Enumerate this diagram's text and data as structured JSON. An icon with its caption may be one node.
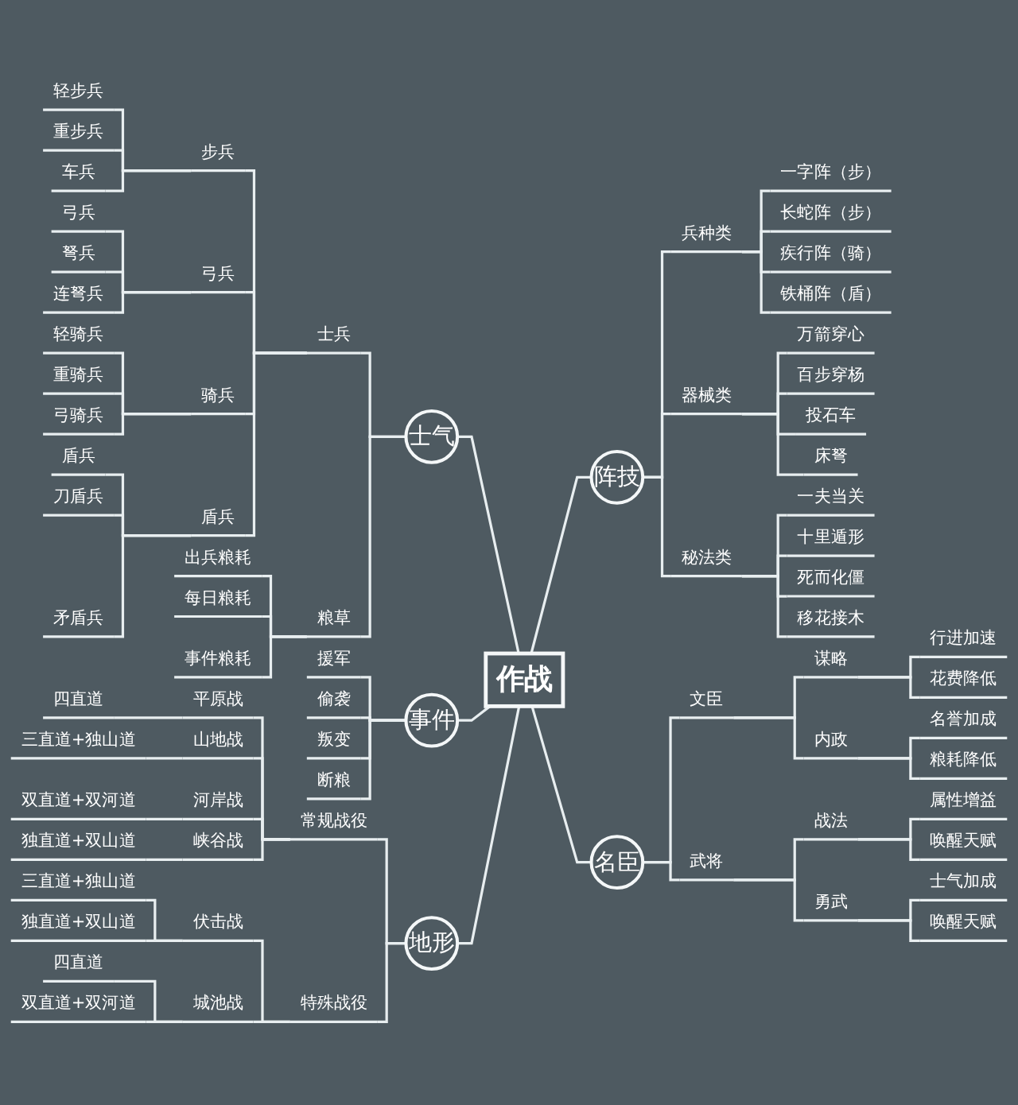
{
  "diagram": {
    "nodes": [
      {
        "text": [
          "作战"
        ]
      },
      {
        "text": [
          "士气"
        ]
      },
      {
        "text": [
          "士兵"
        ]
      },
      {
        "text": [
          "步兵"
        ]
      },
      {
        "text": [
          "轻步兵"
        ]
      },
      {
        "text": [
          "重步兵"
        ]
      },
      {
        "text": [
          "车兵"
        ]
      },
      {
        "text": [
          "弓兵"
        ]
      },
      {
        "text": [
          "弓兵"
        ]
      },
      {
        "text": [
          "弩兵"
        ]
      },
      {
        "text": [
          "连弩兵"
        ]
      },
      {
        "text": [
          "骑兵"
        ]
      },
      {
        "text": [
          "轻骑兵"
        ]
      },
      {
        "text": [
          "重骑兵"
        ]
      },
      {
        "text": [
          "弓骑兵"
        ]
      },
      {
        "text": [
          "盾兵"
        ]
      },
      {
        "text": [
          "盾兵"
        ]
      },
      {
        "text": [
          "刀盾兵"
        ]
      },
      {
        "text": [
          "矛盾兵"
        ]
      },
      {
        "text": [
          "粮草"
        ]
      },
      {
        "text": [
          "出兵粮耗"
        ]
      },
      {
        "text": [
          "每日粮耗"
        ]
      },
      {
        "text": [
          "事件粮耗"
        ]
      },
      {
        "text": [
          "事件"
        ]
      },
      {
        "text": [
          "援军"
        ]
      },
      {
        "text": [
          "偷袭"
        ]
      },
      {
        "text": [
          "叛变"
        ]
      },
      {
        "text": [
          "断粮"
        ]
      },
      {
        "text": [
          "地形"
        ]
      },
      {
        "text": [
          "常规战役"
        ]
      },
      {
        "text": [
          "平原战"
        ]
      },
      {
        "text": [
          "四直道"
        ]
      },
      {
        "text": [
          "山地战"
        ]
      },
      {
        "text": [
          "三直道+独山道"
        ]
      },
      {
        "text": [
          "河岸战"
        ]
      },
      {
        "text": [
          "双直道+双河道"
        ]
      },
      {
        "text": [
          "峡谷战"
        ]
      },
      {
        "text": [
          "独直道+双山道"
        ]
      },
      {
        "text": [
          "特殊战役"
        ]
      },
      {
        "text": [
          "伏击战"
        ]
      },
      {
        "text": [
          "三直道+独山道"
        ]
      },
      {
        "text": [
          "独直道+双山道"
        ]
      },
      {
        "text": [
          "城池战"
        ]
      },
      {
        "text": [
          "四直道"
        ]
      },
      {
        "text": [
          "双直道+双河道"
        ]
      },
      {
        "text": [
          "阵技"
        ]
      },
      {
        "text": [
          "兵种类"
        ]
      },
      {
        "text": [
          "一字阵（步）"
        ]
      },
      {
        "text": [
          "长蛇阵（步）"
        ]
      },
      {
        "text": [
          "疾行阵（骑）"
        ]
      },
      {
        "text": [
          "铁桶阵（盾）"
        ]
      },
      {
        "text": [
          "器械类"
        ]
      },
      {
        "text": [
          "万箭穿心"
        ]
      },
      {
        "text": [
          "百步穿杨"
        ]
      },
      {
        "text": [
          "投石车"
        ]
      },
      {
        "text": [
          "床弩"
        ]
      },
      {
        "text": [
          "秘法类"
        ]
      },
      {
        "text": [
          "一夫当关"
        ]
      },
      {
        "text": [
          "十里遁形"
        ]
      },
      {
        "text": [
          "死而化僵"
        ]
      },
      {
        "text": [
          "移花接木"
        ]
      },
      {
        "text": [
          "名臣"
        ]
      },
      {
        "text": [
          "文臣"
        ]
      },
      {
        "text": [
          "谋略"
        ]
      },
      {
        "text": [
          "行进加速"
        ]
      },
      {
        "text": [
          "花费降低"
        ]
      },
      {
        "text": [
          "内政"
        ]
      },
      {
        "text": [
          "名誉加成"
        ]
      },
      {
        "text": [
          "粮耗降低"
        ]
      },
      {
        "text": [
          "武将"
        ]
      },
      {
        "text": [
          "战法"
        ]
      },
      {
        "text": [
          "属性增益"
        ]
      },
      {
        "text": [
          "唤醒天赋"
        ]
      },
      {
        "text": [
          "勇武"
        ]
      },
      {
        "text": [
          "士气加成"
        ]
      },
      {
        "text": [
          "唤醒天赋"
        ]
      }
    ],
    "edges": [
      {
        "from": 1,
        "to": 0,
        "arrow": "none"
      },
      {
        "from": 2,
        "to": 1,
        "arrow": "none"
      },
      {
        "from": 3,
        "to": 2,
        "arrow": "none"
      },
      {
        "from": 4,
        "to": 3,
        "arrow": "none"
      },
      {
        "from": 5,
        "to": 3,
        "arrow": "none"
      },
      {
        "from": 6,
        "to": 3,
        "arrow": "none"
      },
      {
        "from": 7,
        "to": 2,
        "arrow": "none"
      },
      {
        "from": 8,
        "to": 7,
        "arrow": "none"
      },
      {
        "from": 9,
        "to": 7,
        "arrow": "none"
      },
      {
        "from": 10,
        "to": 7,
        "arrow": "none"
      },
      {
        "from": 11,
        "to": 2,
        "arrow": "none"
      },
      {
        "from": 12,
        "to": 11,
        "arrow": "none"
      },
      {
        "from": 13,
        "to": 11,
        "arrow": "none"
      },
      {
        "from": 14,
        "to": 11,
        "arrow": "none"
      },
      {
        "from": 15,
        "to": 2,
        "arrow": "none"
      },
      {
        "from": 16,
        "to": 15,
        "arrow": "none"
      },
      {
        "from": 17,
        "to": 15,
        "arrow": "none"
      },
      {
        "from": 18,
        "to": 15,
        "arrow": "none"
      },
      {
        "from": 19,
        "to": 1,
        "arrow": "none"
      },
      {
        "from": 20,
        "to": 19,
        "arrow": "none"
      },
      {
        "from": 21,
        "to": 19,
        "arrow": "none"
      },
      {
        "from": 22,
        "to": 19,
        "arrow": "none"
      },
      {
        "from": 23,
        "to": 0,
        "arrow": "none"
      },
      {
        "from": 24,
        "to": 23,
        "arrow": "none"
      },
      {
        "from": 25,
        "to": 23,
        "arrow": "none"
      },
      {
        "from": 26,
        "to": 23,
        "arrow": "none"
      },
      {
        "from": 27,
        "to": 23,
        "arrow": "none"
      },
      {
        "from": 28,
        "to": 0,
        "arrow": "none"
      },
      {
        "from": 29,
        "to": 28,
        "arrow": "none"
      },
      {
        "from": 30,
        "to": 29,
        "arrow": "none"
      },
      {
        "from": 31,
        "to": 30,
        "arrow": "none"
      },
      {
        "from": 32,
        "to": 29,
        "arrow": "none"
      },
      {
        "from": 33,
        "to": 32,
        "arrow": "none"
      },
      {
        "from": 34,
        "to": 29,
        "arrow": "none"
      },
      {
        "from": 35,
        "to": 34,
        "arrow": "none"
      },
      {
        "from": 36,
        "to": 29,
        "arrow": "none"
      },
      {
        "from": 37,
        "to": 36,
        "arrow": "none"
      },
      {
        "from": 38,
        "to": 28,
        "arrow": "none"
      },
      {
        "from": 39,
        "to": 38,
        "arrow": "none"
      },
      {
        "from": 40,
        "to": 39,
        "arrow": "none"
      },
      {
        "from": 41,
        "to": 39,
        "arrow": "none"
      },
      {
        "from": 42,
        "to": 38,
        "arrow": "none"
      },
      {
        "from": 43,
        "to": 42,
        "arrow": "none"
      },
      {
        "from": 44,
        "to": 42,
        "arrow": "none"
      },
      {
        "from": 0,
        "to": 45,
        "arrow": "none"
      },
      {
        "from": 45,
        "to": 46,
        "arrow": "none"
      },
      {
        "from": 46,
        "to": 47,
        "arrow": "none"
      },
      {
        "from": 46,
        "to": 48,
        "arrow": "none"
      },
      {
        "from": 46,
        "to": 49,
        "arrow": "none"
      },
      {
        "from": 46,
        "to": 50,
        "arrow": "none"
      },
      {
        "from": 45,
        "to": 51,
        "arrow": "none"
      },
      {
        "from": 51,
        "to": 52,
        "arrow": "none"
      },
      {
        "from": 51,
        "to": 53,
        "arrow": "none"
      },
      {
        "from": 51,
        "to": 54,
        "arrow": "none"
      },
      {
        "from": 51,
        "to": 55,
        "arrow": "none"
      },
      {
        "from": 45,
        "to": 56,
        "arrow": "none"
      },
      {
        "from": 56,
        "to": 57,
        "arrow": "none"
      },
      {
        "from": 56,
        "to": 58,
        "arrow": "none"
      },
      {
        "from": 56,
        "to": 59,
        "arrow": "none"
      },
      {
        "from": 56,
        "to": 60,
        "arrow": "none"
      },
      {
        "from": 0,
        "to": 61,
        "arrow": "none"
      },
      {
        "from": 61,
        "to": 62,
        "arrow": "none"
      },
      {
        "from": 62,
        "to": 63,
        "arrow": "none"
      },
      {
        "from": 63,
        "to": 64,
        "arrow": "none"
      },
      {
        "from": 63,
        "to": 65,
        "arrow": "none"
      },
      {
        "from": 62,
        "to": 66,
        "arrow": "none"
      },
      {
        "from": 66,
        "to": 67,
        "arrow": "none"
      },
      {
        "from": 66,
        "to": 68,
        "arrow": "none"
      },
      {
        "from": 61,
        "to": 69,
        "arrow": "none"
      },
      {
        "from": 69,
        "to": 70,
        "arrow": "none"
      },
      {
        "from": 70,
        "to": 71,
        "arrow": "none"
      },
      {
        "from": 70,
        "to": 72,
        "arrow": "none"
      },
      {
        "from": 69,
        "to": 73,
        "arrow": "none"
      },
      {
        "from": 73,
        "to": 74,
        "arrow": "none"
      },
      {
        "from": 73,
        "to": 75,
        "arrow": "none"
      }
    ]
  }
}
